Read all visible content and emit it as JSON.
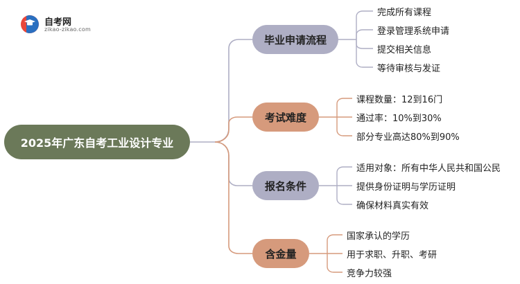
{
  "logo": {
    "name": "自考网",
    "url": "zikao-zikao.com",
    "icon": "graduation-cap-icon",
    "colors": {
      "red": "#e8463a",
      "blue": "#2a6fc0"
    }
  },
  "root": {
    "label": "2025年广东自考工业设计专业"
  },
  "branches": [
    {
      "label": "毕业申请流程",
      "color": "#aeaec4",
      "items": [
        "完成所有课程",
        "登录管理系统申请",
        "提交相关信息",
        "等待审核与发证"
      ]
    },
    {
      "label": "考试难度",
      "color": "#d69a7c",
      "items": [
        "课程数量：12到16门",
        "通过率：10%到30%",
        "部分专业高达80%到90%"
      ]
    },
    {
      "label": "报名条件",
      "color": "#aeaec4",
      "items": [
        "适用对象：所有中华人民共和国公民",
        "提供身份证明与学历证明",
        "确保材料真实有效"
      ]
    },
    {
      "label": "含金量",
      "color": "#d69a7c",
      "items": [
        "国家承认的学历",
        "用于求职、升职、考研",
        "竞争力较强"
      ]
    }
  ],
  "colors": {
    "root": "#6b7959",
    "line_purple": "#aeaec4",
    "line_orange": "#d69a7c"
  }
}
